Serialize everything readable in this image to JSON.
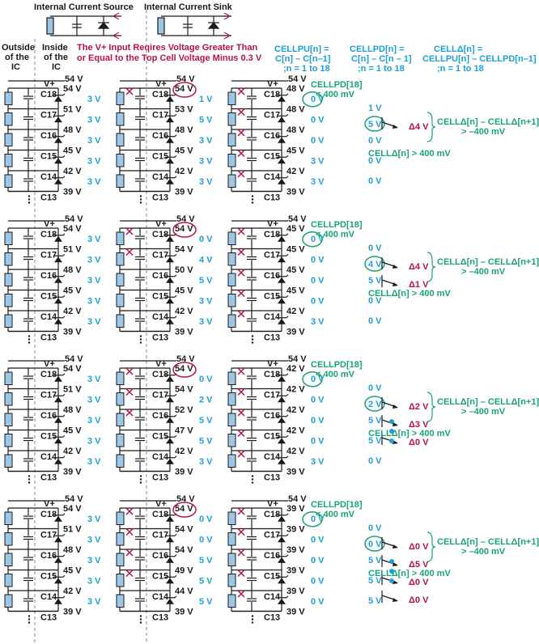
{
  "header": {
    "source_title": "Internal Current Source",
    "sink_title": "Internal Current Sink",
    "outside_ic": [
      "Outside",
      "of the",
      "IC"
    ],
    "inside_ic": [
      "Inside",
      "of the",
      "IC"
    ],
    "warning": [
      "The V+ Input Reqires Voltage Greater Than",
      "or Equal to the Top Cell Voltage Minus 0.3 V"
    ],
    "cellpu": [
      "CELLPU[n] =",
      "C[n] – C[n–1]",
      ";n = 1 to 18"
    ],
    "cellpd": [
      "CELLPD[n] =",
      "C[n] – C[n – 1]",
      ";n = 1 to 18"
    ],
    "celldelta": [
      "CELLΔ[n] =",
      "CELLPU[n] – CELLPD[n–1]",
      ";n = 1 to 18"
    ]
  },
  "labels": {
    "vplus": "V+",
    "cellpd18": "CELLPD[18]",
    "lt400": "< 400 mV",
    "cd_gt": "CELLΔ[n] > 400 mV",
    "cd_diff": "CELLΔ[n] – CELLΔ[n+1]",
    "cd_diff2": "> –400 mV",
    "pin_names": [
      "C18",
      "C17",
      "C16",
      "C15",
      "C14",
      "C13"
    ]
  },
  "scenarios": [
    {
      "col1_volts": [
        "54 V",
        "54 V",
        "51 V",
        "48 V",
        "45 V",
        "42 V",
        "39 V"
      ],
      "col1_diffs": [
        "3 V",
        "3 V",
        "3 V",
        "3 V",
        "3 V"
      ],
      "col2_volts": [
        "54 V",
        "54 V",
        "53 V",
        "48 V",
        "45 V",
        "42 V",
        "39 V"
      ],
      "col2_diffs": [
        "1 V",
        "5 V",
        "3 V",
        "3 V",
        "3 V"
      ],
      "col3_volts": [
        "54 V",
        "48 V",
        "48 V",
        "48 V",
        "45 V",
        "42 V",
        "39 V"
      ],
      "col3_diffs": [
        "0 V",
        "0 V",
        "0 V",
        "3 V",
        "3 V"
      ],
      "right_vals": [
        "1 V",
        "5 V",
        "0 V",
        "0 V",
        "0 V"
      ],
      "deltas": [
        "Δ4 V"
      ]
    },
    {
      "col1_volts": [
        "54 V",
        "54 V",
        "51 V",
        "48 V",
        "45 V",
        "42 V",
        "39 V"
      ],
      "col1_diffs": [
        "3 V",
        "3 V",
        "3 V",
        "3 V",
        "3 V"
      ],
      "col2_volts": [
        "54 V",
        "54 V",
        "54 V",
        "50 V",
        "45 V",
        "42 V",
        "39 V"
      ],
      "col2_diffs": [
        "0 V",
        "4 V",
        "5 V",
        "3 V",
        "3 V"
      ],
      "col3_volts": [
        "54 V",
        "45 V",
        "45 V",
        "45 V",
        "45 V",
        "42 V",
        "39 V"
      ],
      "col3_diffs": [
        "0 V",
        "0 V",
        "0 V",
        "0 V",
        "3 V"
      ],
      "right_vals": [
        "0 V",
        "4 V",
        "5 V",
        "0 V",
        "0 V"
      ],
      "deltas": [
        "Δ4 V",
        "Δ1 V"
      ]
    },
    {
      "col1_volts": [
        "54 V",
        "54 V",
        "51 V",
        "48 V",
        "45 V",
        "42 V",
        "39 V"
      ],
      "col1_diffs": [
        "3 V",
        "3 V",
        "3 V",
        "3 V",
        "3 V"
      ],
      "col2_volts": [
        "54 V",
        "54 V",
        "54 V",
        "52 V",
        "47 V",
        "42 V",
        "39 V"
      ],
      "col2_diffs": [
        "0 V",
        "2 V",
        "5 V",
        "5 V",
        "3 V"
      ],
      "col3_volts": [
        "54 V",
        "42 V",
        "42 V",
        "42 V",
        "42 V",
        "42 V",
        "39 V"
      ],
      "col3_diffs": [
        "0 V",
        "0 V",
        "0 V",
        "0 V",
        "3 V"
      ],
      "right_vals": [
        "0 V",
        "2 V",
        "5 V",
        "5 V",
        "0 V"
      ],
      "deltas": [
        "Δ2 V",
        "Δ3 V",
        "Δ0 V"
      ]
    },
    {
      "col1_volts": [
        "54 V",
        "54 V",
        "51 V",
        "48 V",
        "45 V",
        "42 V",
        "39 V"
      ],
      "col1_diffs": [
        "3 V",
        "3 V",
        "3 V",
        "3 V",
        "3 V"
      ],
      "col2_volts": [
        "54 V",
        "54 V",
        "54 V",
        "54 V",
        "49 V",
        "44 V",
        "39 V"
      ],
      "col2_diffs": [
        "0 V",
        "0 V",
        "5 V",
        "5 V",
        "5 V"
      ],
      "col3_volts": [
        "54 V",
        "39 V",
        "39 V",
        "39 V",
        "39 V",
        "39 V",
        "39 V"
      ],
      "col3_diffs": [
        "0 V",
        "0 V",
        "0 V",
        "0 V",
        "0 V"
      ],
      "right_vals": [
        "0 V",
        "0 V",
        "5 V",
        "5 V",
        "5 V"
      ],
      "deltas": [
        "Δ0 V",
        "Δ5 V",
        "Δ0 V",
        "Δ0 V"
      ]
    }
  ],
  "colors": {
    "black": "#1a1a1a",
    "blue": "#1ea0d8",
    "green": "#1aa37a",
    "red": "#b7124c",
    "cell": "#9dc7e6"
  }
}
